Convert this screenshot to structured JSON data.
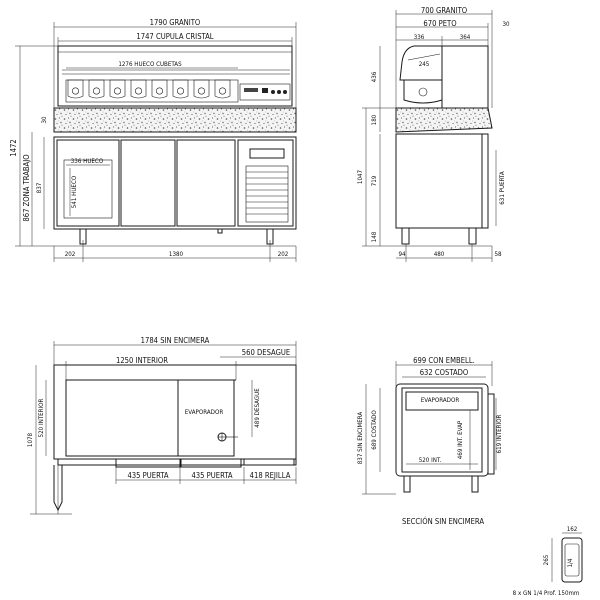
{
  "front": {
    "granito": "1790 GRANITO",
    "cupula": "1747 CUPULA CRISTAL",
    "hueco_cubetas": "1276 HUECO CUBETAS",
    "d30": "30",
    "h1472": "1472",
    "zona_trabajo": "867 ZONA TRABAJO",
    "h837": "837",
    "hueco_w": "336 HUECO",
    "hueco_h": "541 HUECO",
    "bottom_left": "202",
    "bottom_mid": "1380",
    "bottom_right": "202"
  },
  "side": {
    "granito": "700 GRANITO",
    "peto": "670 PETO",
    "d30": "30",
    "d336": "336",
    "d364": "364",
    "d245": "245",
    "d436": "436",
    "d180": "180",
    "d1047": "1047",
    "d719": "719",
    "d148": "148",
    "puerta": "631 PUERTA",
    "d94": "94",
    "d480": "480",
    "d58": "58"
  },
  "plan": {
    "sin_encimera": "1784 SIN ENCIMERA",
    "interior": "1250 INTERIOR",
    "desague": "560 DESAGUE",
    "interior_v": "520 INTERIOR",
    "h1078": "1078",
    "desague_v": "489 DESAGUE",
    "evaporador": "EVAPORADOR",
    "puerta1": "435 PUERTA",
    "puerta2": "435 PUERTA",
    "rejilla": "418 REJILLA"
  },
  "section": {
    "embell": "699 CON EMBELL.",
    "costado": "632 COSTADO",
    "sin_encimera_v": "837 SIN ENCIMERA",
    "costado_v": "689 COSTADO",
    "evaporador": "EVAPORADOR",
    "int_evap": "469 INT. EVAP",
    "interior_v": "619 INTERIOR",
    "int_w": "520 INT.",
    "caption": "SECCIÓN SIN ENCIMERA"
  },
  "gn": {
    "w": "162",
    "h": "265",
    "label": "1/4",
    "caption": "8 x GN 1/4 Prof. 150mm"
  }
}
